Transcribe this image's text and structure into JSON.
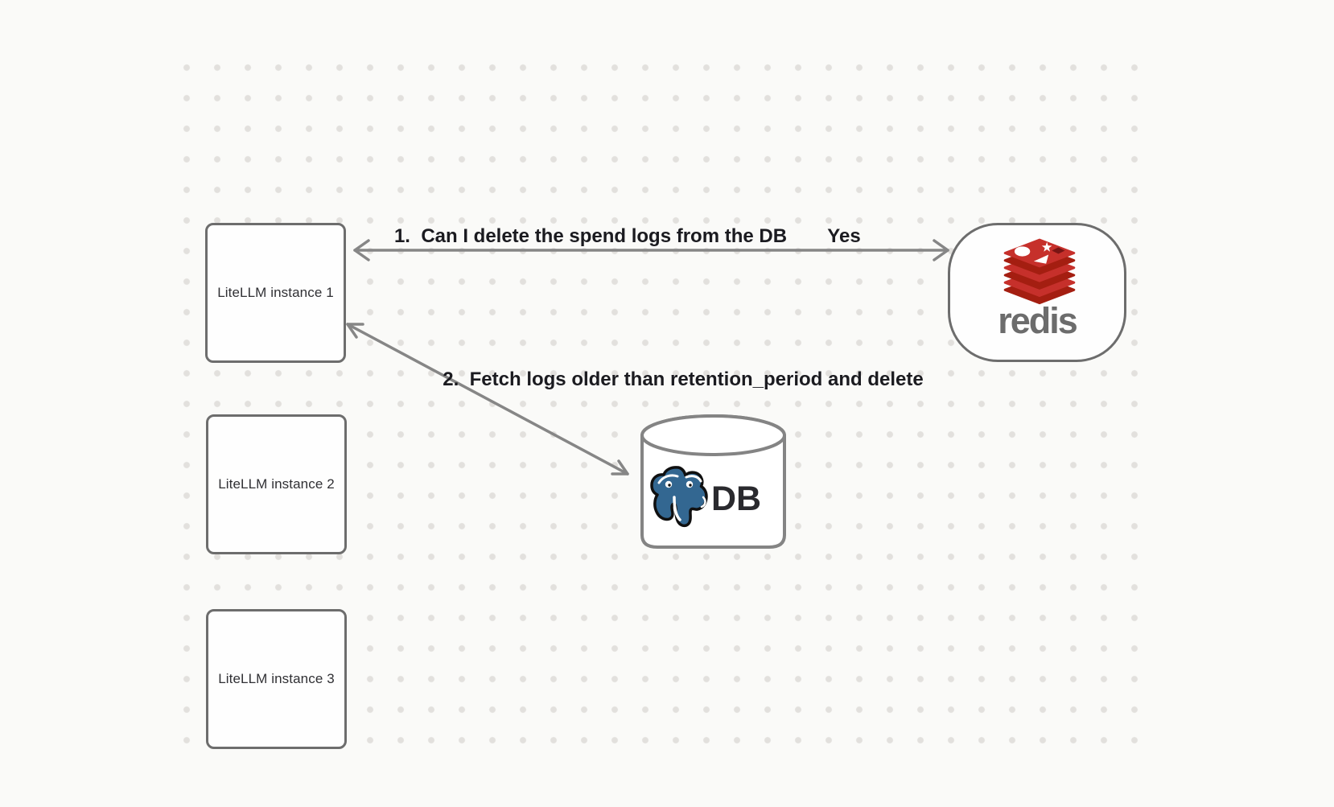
{
  "canvas": {
    "background_color": "#fafaf8",
    "grid_dot_color": "#e2e0dd",
    "shape_stroke_color": "#6d6d6d",
    "arrow_color": "#868686"
  },
  "nodes": {
    "litellm_instances": [
      {
        "label": "LiteLLM instance 1"
      },
      {
        "label": "LiteLLM instance 2"
      },
      {
        "label": "LiteLLM instance 3"
      }
    ],
    "redis": {
      "wordmark": "redis",
      "logo_icon": "redis-logo",
      "brand_red": "#c6302b",
      "brand_dark_red": "#a41e11",
      "wordmark_color": "#6c6c6c"
    },
    "database": {
      "label": "DB",
      "logo_icon": "postgresql-logo",
      "postgres_blue": "#336791"
    }
  },
  "arrows": [
    {
      "label": "1.  Can I delete the spend logs from the DB",
      "response_label": "Yes",
      "from": "LiteLLM instance 1",
      "to": "redis",
      "heads": "both"
    },
    {
      "label": "2.  Fetch logs older than retention_period and delete",
      "from": "LiteLLM instance 1",
      "to": "DB",
      "heads": "both"
    }
  ]
}
